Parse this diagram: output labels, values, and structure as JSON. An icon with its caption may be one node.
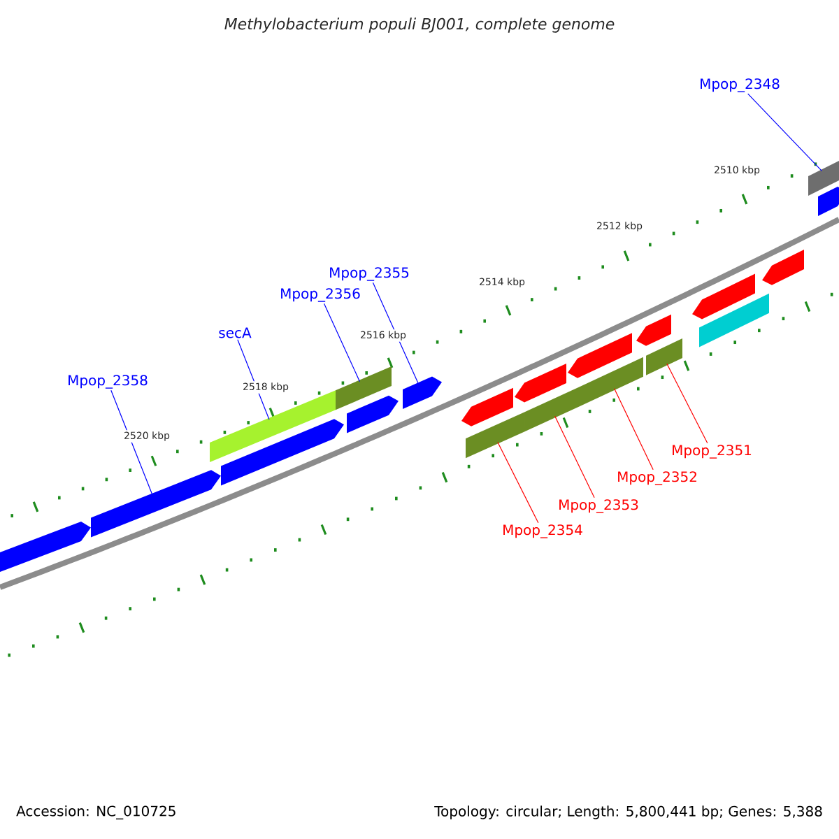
{
  "diagram": {
    "title": "Methylobacterium populi BJ001, complete genome",
    "nodes": [
      {
        "text": [
          "Mpop_2348"
        ]
      },
      {
        "text": [
          "Mpop_2355"
        ]
      },
      {
        "text": [
          "Mpop_2356"
        ]
      },
      {
        "text": [
          "secA"
        ]
      },
      {
        "text": [
          "Mpop_2358"
        ]
      },
      {
        "text": [
          "Mpop_2351"
        ]
      },
      {
        "text": [
          "Mpop_2352"
        ]
      },
      {
        "text": [
          "Mpop_2353"
        ]
      },
      {
        "text": [
          "Mpop_2354"
        ]
      },
      {
        "text": [],
        "shape": "bar"
      },
      {
        "text": [],
        "shape": "bar"
      },
      {
        "text": [],
        "shape": "bar"
      },
      {
        "text": [],
        "shape": "bar"
      },
      {
        "text": [],
        "shape": "bar"
      },
      {
        "text": [],
        "shape": "bar"
      },
      {
        "text": [],
        "shape": "bar"
      },
      {
        "text": [],
        "shape": "bar"
      },
      {
        "text": [],
        "shape": "bar"
      },
      {
        "text": [],
        "shape": "bar"
      },
      {
        "text": [],
        "shape": "bar"
      },
      {
        "text": [],
        "shape": "bar"
      },
      {
        "text": [],
        "shape": "bar"
      },
      {
        "text": [],
        "shape": "bar"
      },
      {
        "text": [],
        "shape": "bar"
      },
      {
        "text": [],
        "shape": "bar"
      },
      {
        "text": [],
        "shape": "bar"
      },
      {
        "text": [],
        "shape": "bar"
      },
      {
        "text": [],
        "shape": "bar"
      },
      {
        "text": [],
        "shape": "bar"
      }
    ],
    "edges": [
      {
        "from": 0,
        "to": 9,
        "arrow": "none"
      },
      {
        "from": 1,
        "to": 17,
        "arrow": "none"
      },
      {
        "from": 2,
        "to": 12,
        "arrow": "none"
      },
      {
        "from": 3,
        "to": 11,
        "arrow": "none"
      },
      {
        "from": 4,
        "to": 14,
        "arrow": "none"
      },
      {
        "from": 5,
        "to": 27,
        "arrow": "none",
        "color": "#ff0000"
      },
      {
        "from": 6,
        "to": 26,
        "arrow": "none",
        "color": "#ff0000"
      },
      {
        "from": 7,
        "to": 25,
        "arrow": "none",
        "color": "#ff0000"
      },
      {
        "from": 8,
        "to": 24,
        "arrow": "none",
        "color": "#ff0000"
      }
    ],
    "labels": [
      "2510 kbp",
      "2512 kbp",
      "2514 kbp",
      "2516 kbp",
      "2518 kbp",
      "2520 kbp",
      "Accession: NC_010725",
      "Topology: circular; Length: 5,800,441 bp; Genes: 5,388"
    ]
  }
}
